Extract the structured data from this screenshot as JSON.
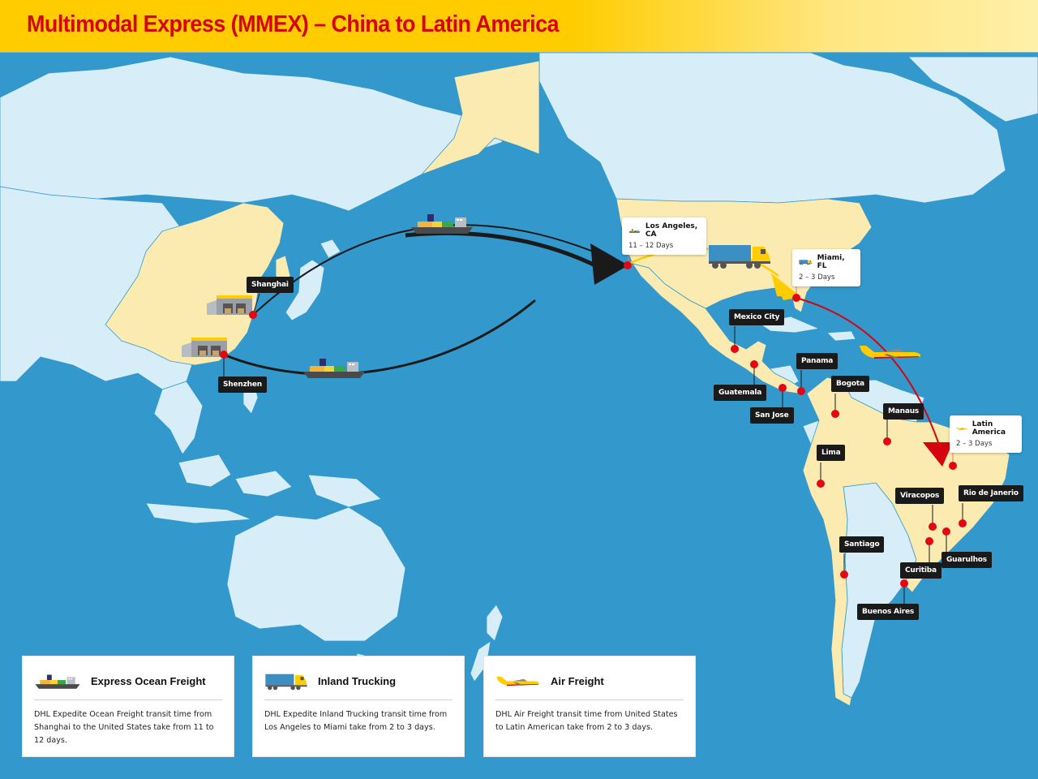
{
  "header": {
    "title": "Multimodal Express (MMEX) – China to Latin America"
  },
  "colors": {
    "header_yellow": "#ffcc00",
    "title_red": "#d40511",
    "ocean": "#3399cc",
    "land_highlight": "#fcebb0",
    "land_other": "#d7eef9",
    "marker_red": "#e30613",
    "ocean_route": "#1a1a1a",
    "truck_route": "#ffcc00",
    "air_route": "#d40511"
  },
  "origins": [
    {
      "name": "Shanghai",
      "icon": "warehouse-icon"
    },
    {
      "name": "Shenzhen",
      "icon": "warehouse-icon"
    }
  ],
  "callouts": [
    {
      "title": "Los Angeles, CA",
      "days": "11 – 12 Days",
      "icon": "ship-icon"
    },
    {
      "title": "Miami, FL",
      "days": "2 – 3 Days",
      "icon": "truck-icon"
    },
    {
      "title": "Latin America",
      "days": "2 – 3 Days",
      "icon": "plane-icon"
    }
  ],
  "destinations": [
    "Mexico City",
    "Guatemala",
    "San Jose",
    "Panama",
    "Bogota",
    "Manaus",
    "Lima",
    "Viracopos",
    "Rio de Janerio",
    "Guarulhos",
    "Curitiba",
    "Santiago",
    "Buenos Aires"
  ],
  "legend": [
    {
      "title": "Express Ocean Freight",
      "icon": "ship-icon",
      "description": "DHL Expedite Ocean Freight transit time from Shanghai to the United States take from 11 to 12 days."
    },
    {
      "title": "Inland Trucking",
      "icon": "truck-icon",
      "description": "DHL Expedite Inland Trucking transit time from Los Angeles to Miami take from 2 to 3 days."
    },
    {
      "title": "Air Freight",
      "icon": "plane-icon",
      "description": "DHL Air Freight transit time from United States to Latin American take from 2 to 3 days."
    }
  ]
}
